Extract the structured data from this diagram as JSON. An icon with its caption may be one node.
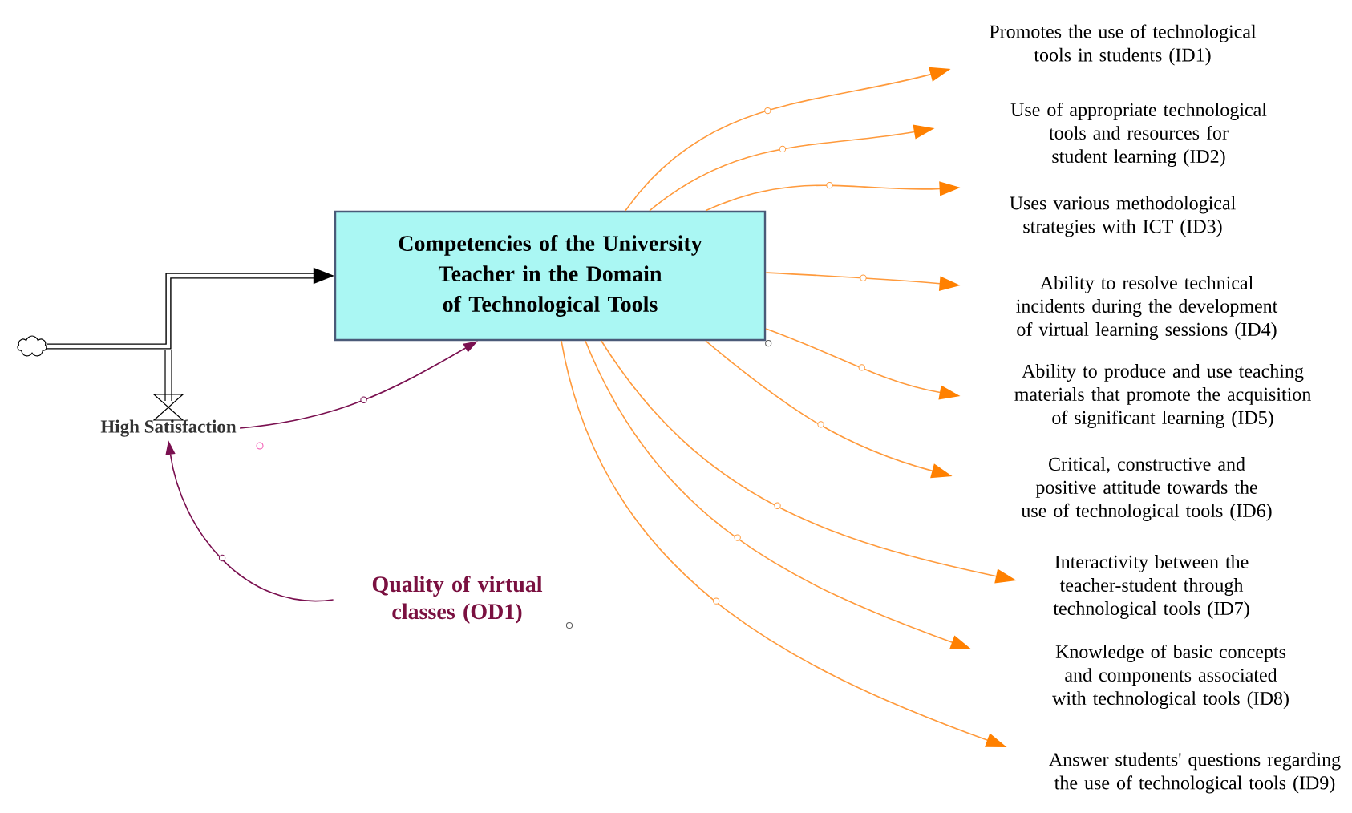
{
  "diagram": {
    "nodes": [
      {
        "text": [
          "Competencies of the University Teacher in the Domain of Technological Tools"
        ]
      },
      {
        "text": [
          "High Satisfaction"
        ]
      },
      {
        "text": [
          "Quality of virtual classes (OD1)"
        ]
      },
      {
        "text": [],
        "shape": "cloud"
      },
      {
        "text": [
          "Promotes the use of technological tools in students (ID1)"
        ]
      },
      {
        "text": [
          "Use of appropriate technological tools and resources for student learning (ID2)"
        ]
      },
      {
        "text": [
          "Uses various methodological strategies with ICT (ID3)"
        ]
      },
      {
        "text": [
          "Ability to resolve technical incidents during the development of virtual learning sessions (ID4)"
        ]
      },
      {
        "text": [
          "Ability to produce and use teaching materials that promote the acquisition of significant learning (ID5)"
        ]
      },
      {
        "text": [
          "Critical, constructive and positive attitude towards the use of technological tools (ID6)"
        ]
      },
      {
        "text": [
          "Interactivity between the teacher-student through technological tools (ID7)"
        ]
      },
      {
        "text": [
          "Knowledge of basic concepts and components associated with technological tools (ID8)"
        ]
      },
      {
        "text": [
          "Answer students' questions regarding the use of technological tools (ID9)"
        ]
      }
    ],
    "edges": [
      {
        "from": 3,
        "to": 0,
        "arrow": "to",
        "style": "thick",
        "color": "#000000"
      },
      {
        "from": 1,
        "to": 0,
        "arrow": "to",
        "color": "#7a1050"
      },
      {
        "from": 2,
        "to": 1,
        "arrow": "to",
        "color": "#7a1050"
      },
      {
        "from": 0,
        "to": 4,
        "arrow": "to"
      },
      {
        "from": 0,
        "to": 5,
        "arrow": "to"
      },
      {
        "from": 0,
        "to": 6,
        "arrow": "to"
      },
      {
        "from": 0,
        "to": 7,
        "arrow": "to"
      },
      {
        "from": 0,
        "to": 8,
        "arrow": "to"
      },
      {
        "from": 0,
        "to": 9,
        "arrow": "to"
      },
      {
        "from": 0,
        "to": 10,
        "arrow": "to"
      },
      {
        "from": 0,
        "to": 11,
        "arrow": "to"
      },
      {
        "from": 0,
        "to": 12,
        "arrow": "to"
      }
    ]
  }
}
